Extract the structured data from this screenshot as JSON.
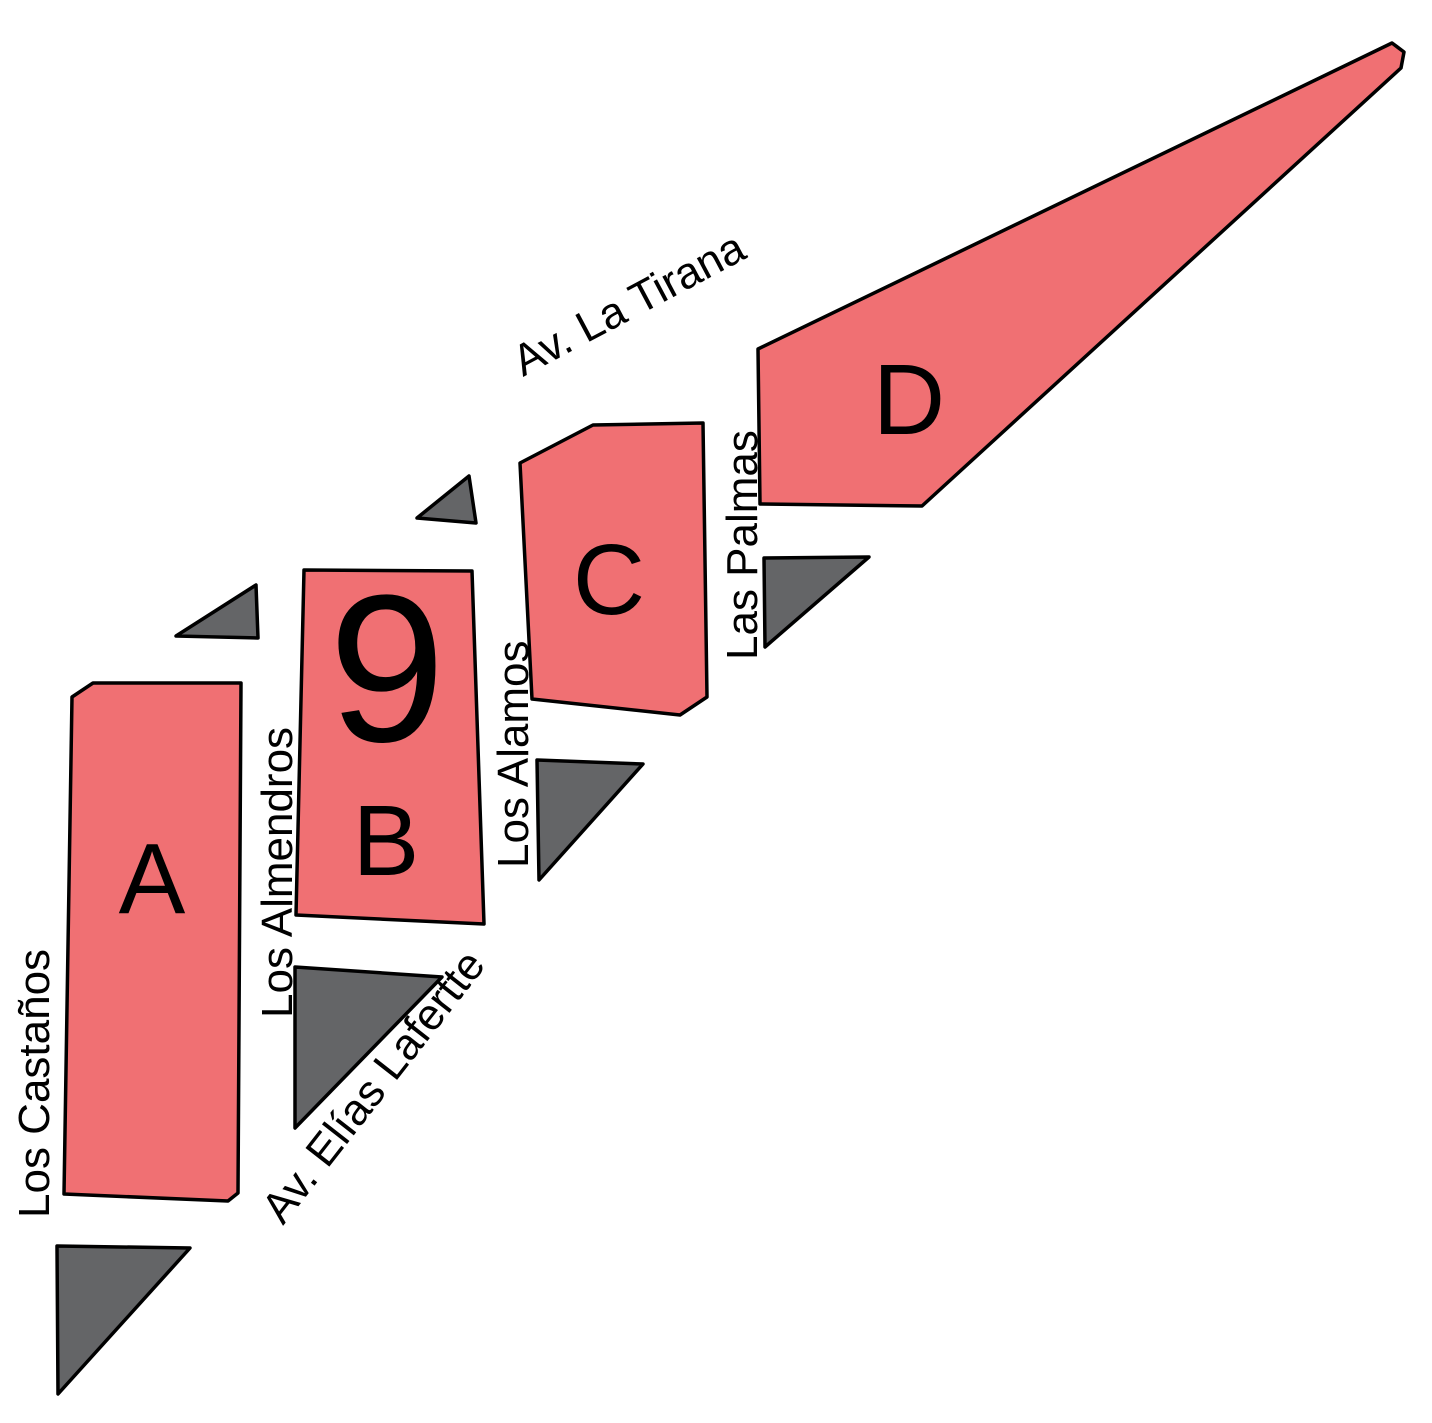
{
  "map": {
    "zone_number": "9",
    "colors": {
      "block_fill": "#f07073",
      "island_fill": "#646567",
      "outline": "#000000",
      "background": "#ffffff"
    },
    "blocks": [
      {
        "id": "a",
        "label": "A"
      },
      {
        "id": "b",
        "label": "B"
      },
      {
        "id": "c",
        "label": "C"
      },
      {
        "id": "d",
        "label": "D"
      }
    ],
    "streets": {
      "la_tirana": "Av. La Tirana",
      "las_palmas": "Las Palmas",
      "los_alamos": "Los Alamos",
      "los_almendros": "Los Almendros",
      "los_castanos": "Los Castaños",
      "elias_lafertte": "Av. Elías Lafertte"
    }
  }
}
